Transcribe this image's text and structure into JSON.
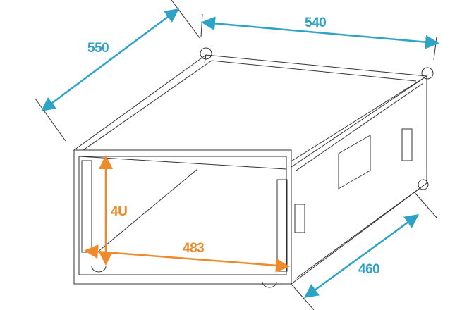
{
  "diagram": {
    "subject": "4U rack case dimension drawing",
    "colors": {
      "outer_dimension": "#2ea3c6",
      "inner_dimension": "#ee8a2a",
      "line": "#333333"
    },
    "dimensions": {
      "depth": {
        "label": "550"
      },
      "width": {
        "label": "540"
      },
      "height": {
        "label": "460"
      },
      "rack_height": {
        "label": "4U"
      },
      "rack_width": {
        "label": "483"
      }
    }
  }
}
